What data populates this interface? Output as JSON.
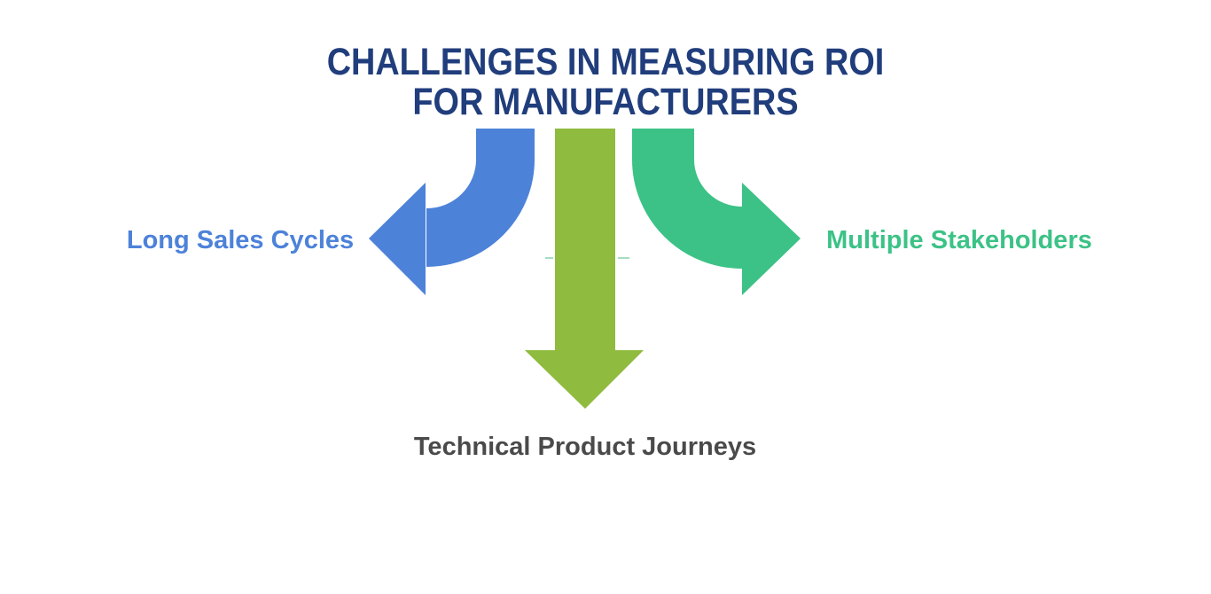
{
  "page": {
    "background": "#ffffff"
  },
  "title": {
    "line1": "CHALLENGES IN MEASURING ROI",
    "line2": "FOR MANUFACTURERS",
    "color": "#203d7c"
  },
  "arrows": {
    "left": {
      "label": "Long Sales Cycles",
      "color": "#4d82d9",
      "direction": "down-left"
    },
    "center": {
      "label": "Technical Product Journeys",
      "color": "#8fbb3e",
      "label_color": "#4a4a4a",
      "direction": "down"
    },
    "right": {
      "label": "Multiple Stakeholders",
      "color": "#3cc286",
      "direction": "down-right"
    }
  },
  "decor": {
    "tick_color": "#a6ddc3"
  }
}
